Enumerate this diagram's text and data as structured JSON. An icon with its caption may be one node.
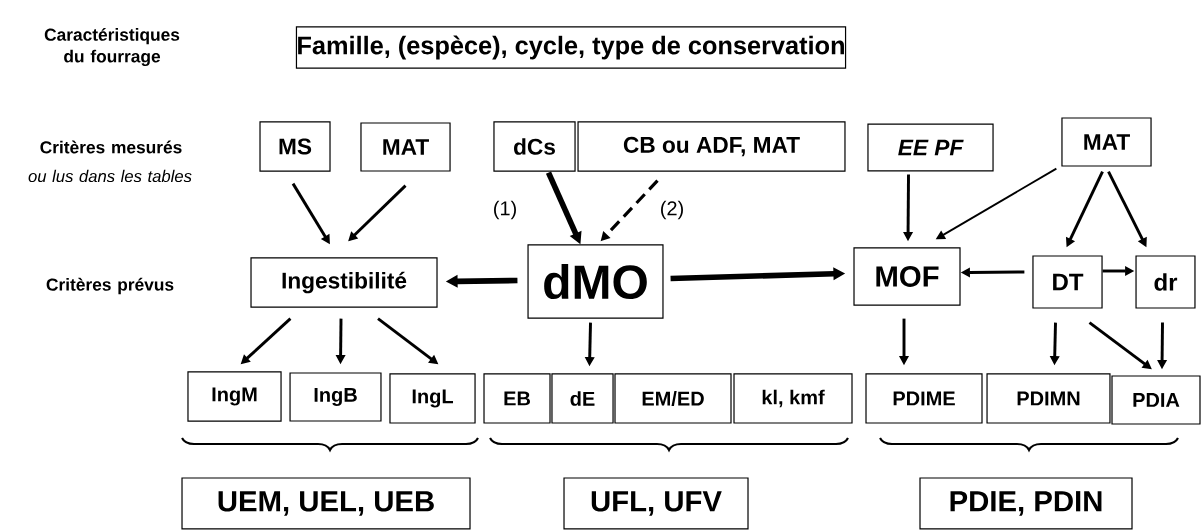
{
  "diagram": {
    "nodes": [
      {
        "text": [
          "Famille, (espèce), cycle, type de conservation"
        ]
      },
      {
        "text": [
          "MS"
        ]
      },
      {
        "text": [
          "MAT"
        ]
      },
      {
        "text": [
          "dCs"
        ]
      },
      {
        "text": [
          "CB ou ADF,  MAT"
        ]
      },
      {
        "text": [
          "EE  PF"
        ]
      },
      {
        "text": [
          "MAT"
        ]
      },
      {
        "text": [
          "Ingestibilité"
        ]
      },
      {
        "text": [
          "dMO"
        ]
      },
      {
        "text": [
          "MOF"
        ]
      },
      {
        "text": [
          "DT"
        ]
      },
      {
        "text": [
          "dr"
        ]
      },
      {
        "text": [
          "IngM"
        ]
      },
      {
        "text": [
          "IngB"
        ]
      },
      {
        "text": [
          "IngL"
        ]
      },
      {
        "text": [
          "EB"
        ]
      },
      {
        "text": [
          "dE"
        ]
      },
      {
        "text": [
          "EM/ED"
        ]
      },
      {
        "text": [
          "kl, kmf"
        ]
      },
      {
        "text": [
          "PDIME"
        ]
      },
      {
        "text": [
          "PDIMN"
        ]
      },
      {
        "text": [
          "PDIA"
        ]
      },
      {
        "text": [
          "UEM, UEL, UEB"
        ]
      },
      {
        "text": [
          "UFL, UFV"
        ]
      },
      {
        "text": [
          "PDIE, PDIN"
        ]
      }
    ],
    "edges": [
      {
        "from": 1,
        "to": 7,
        "arrow": "to"
      },
      {
        "from": 2,
        "to": 7,
        "arrow": "to"
      },
      {
        "from": 3,
        "to": 8,
        "arrow": "to",
        "label": "(1)",
        "style": "thick"
      },
      {
        "from": 4,
        "to": 8,
        "arrow": "to",
        "label": "(2)",
        "style": "dashed"
      },
      {
        "from": 5,
        "to": 9,
        "arrow": "to"
      },
      {
        "from": 6,
        "to": 9,
        "arrow": "to"
      },
      {
        "from": 6,
        "to": 10,
        "arrow": "to"
      },
      {
        "from": 6,
        "to": 11,
        "arrow": "to"
      },
      {
        "from": 8,
        "to": 7,
        "arrow": "to",
        "style": "thick"
      },
      {
        "from": 8,
        "to": 9,
        "arrow": "to",
        "style": "thick"
      },
      {
        "from": 10,
        "to": 9,
        "arrow": "to"
      },
      {
        "from": 10,
        "to": 11,
        "arrow": "to"
      },
      {
        "from": 7,
        "to": 12,
        "arrow": "to"
      },
      {
        "from": 7,
        "to": 13,
        "arrow": "to"
      },
      {
        "from": 7,
        "to": 14,
        "arrow": "to"
      },
      {
        "from": 8,
        "to": 16,
        "arrow": "to"
      },
      {
        "from": 9,
        "to": 19,
        "arrow": "to"
      },
      {
        "from": 10,
        "to": 20,
        "arrow": "to"
      },
      {
        "from": 10,
        "to": 21,
        "arrow": "to"
      },
      {
        "from": 11,
        "to": 21,
        "arrow": "to"
      }
    ],
    "labels": [
      "Caractéristiques du fourrage",
      "Critères mesurés",
      "ou lus dans les tables",
      "Critères prévus"
    ]
  }
}
